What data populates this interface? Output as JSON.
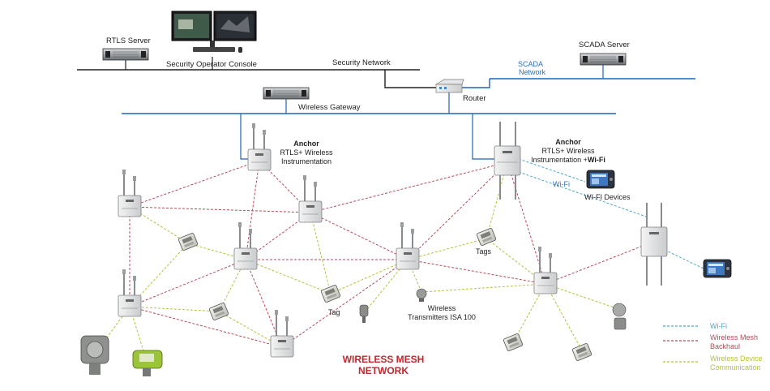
{
  "labels": {
    "rtls_server": "RTLS  Server",
    "security_console": "Security Operator Console",
    "security_network": "Security Network",
    "scada_server": "SCADA Server",
    "scada_network_1": "SCADA",
    "scada_network_2": "Network",
    "router": "Router",
    "wireless_gateway": "Wireless Gateway",
    "anchor1_title": "Anchor",
    "anchor1_line1": "RTLS+ Wireless",
    "anchor1_line2": "Instrumentation",
    "anchor2_title": "Anchor",
    "anchor2_line1": "RTLS+ Wireless",
    "anchor2_line2": "Instrumentation +",
    "anchor2_wifi": "Wi-Fi",
    "wifi_link": "Wi-Fi",
    "wifi_devices": "WI-FI Devices",
    "tags": "Tags",
    "tag": "Tag",
    "transmitters_1": "Wireless",
    "transmitters_2": "Transmitters ISA 100",
    "mesh_title_1": "WIRELESS MESH",
    "mesh_title_2": "NETWORK"
  },
  "legend": [
    {
      "line1": "Wi-Fi",
      "line2": "",
      "color": "#4aa8c8"
    },
    {
      "line1": "Wireless Mesh",
      "line2": "Backhaul",
      "color": "#b84a5a"
    },
    {
      "line1": "Wireless Device",
      "line2": "Communication",
      "color": "#b7c23a"
    }
  ],
  "colors": {
    "network_line_blue": "#1f63b5",
    "network_line_black": "#222222",
    "mesh_backhaul": "#b84a5a",
    "device_comm": "#b7c23a",
    "wifi": "#4aa8c8",
    "mesh_title": "#c0262e"
  }
}
